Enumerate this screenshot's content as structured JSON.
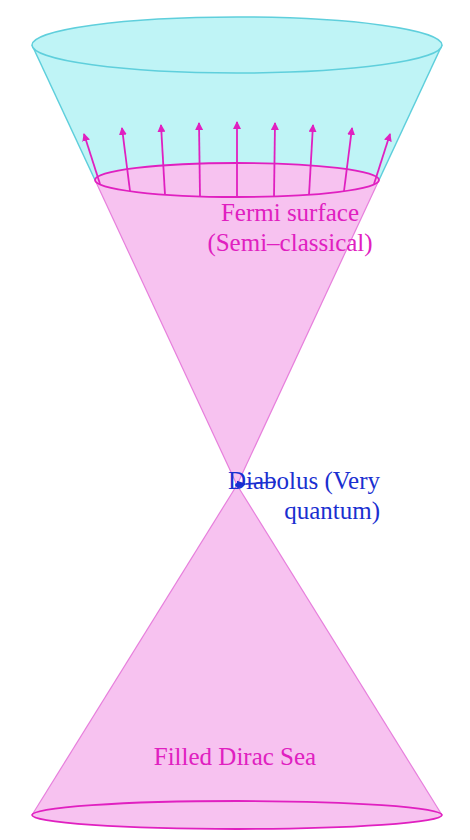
{
  "diagram": {
    "labels": [
      "Fermi surface (Semi–classical)",
      "Diabolus (Very quantum)",
      "Filled Dirac Sea"
    ]
  }
}
